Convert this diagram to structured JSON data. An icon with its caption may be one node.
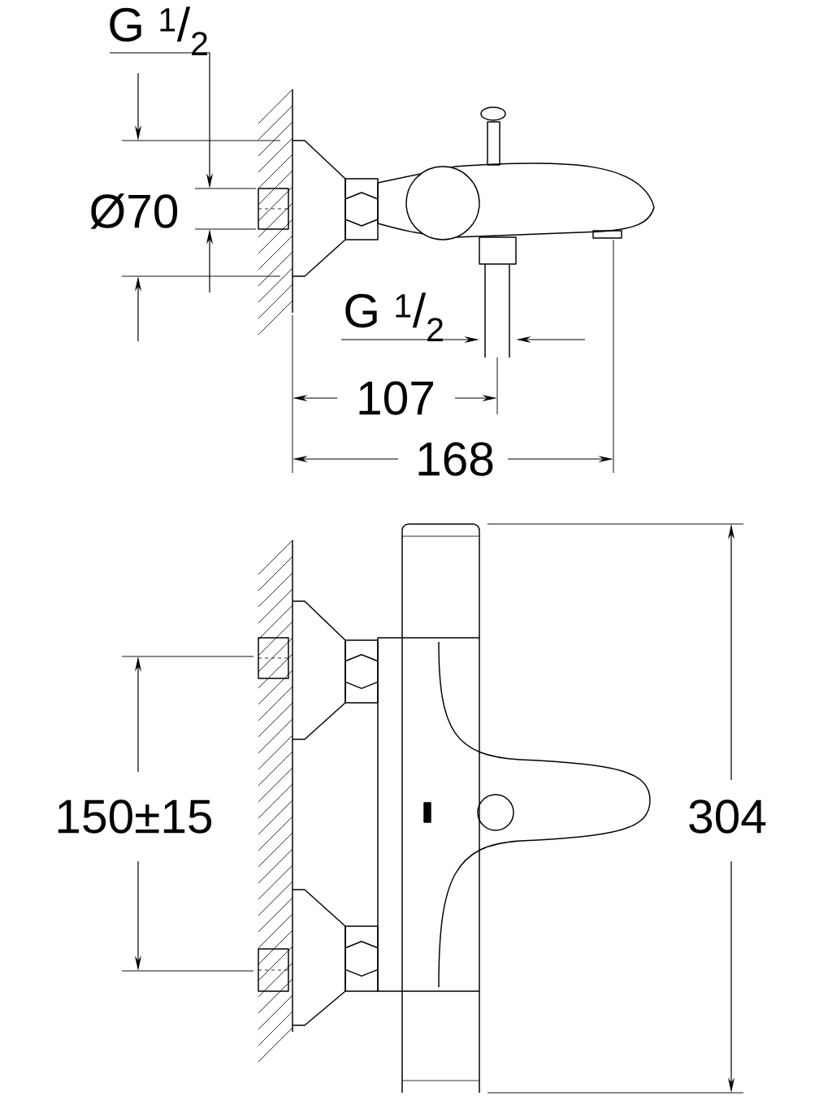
{
  "diagram": {
    "labels": [
      "G $^{1}$/$_{2}$",
      "Ø70",
      "G $^{1}$/$_{2}$",
      "107",
      "168",
      "150±15",
      "304"
    ]
  }
}
